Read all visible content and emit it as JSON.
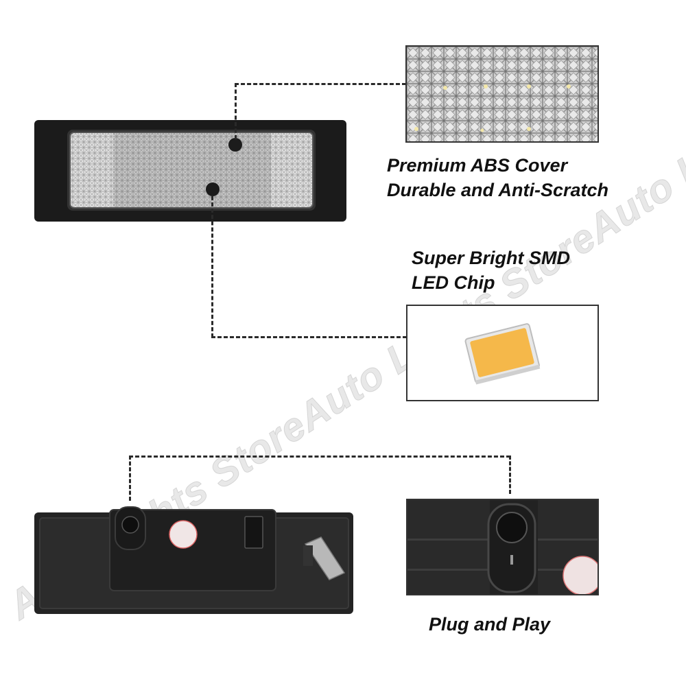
{
  "features": {
    "cover": {
      "line1": "Premium ABS Cover",
      "line2": "Durable and Anti-Scratch"
    },
    "chip": {
      "line1": "Super Bright SMD",
      "line2": "LED Chip"
    },
    "plug": {
      "label": "Plug and Play"
    }
  },
  "watermark": {
    "text": "Auto Lights StoreAuto Lights StoreAuto Lights Store"
  },
  "colors": {
    "housing": "#1b1b1b",
    "chip": "#f5b84a",
    "dash": "#2a2a2a"
  }
}
